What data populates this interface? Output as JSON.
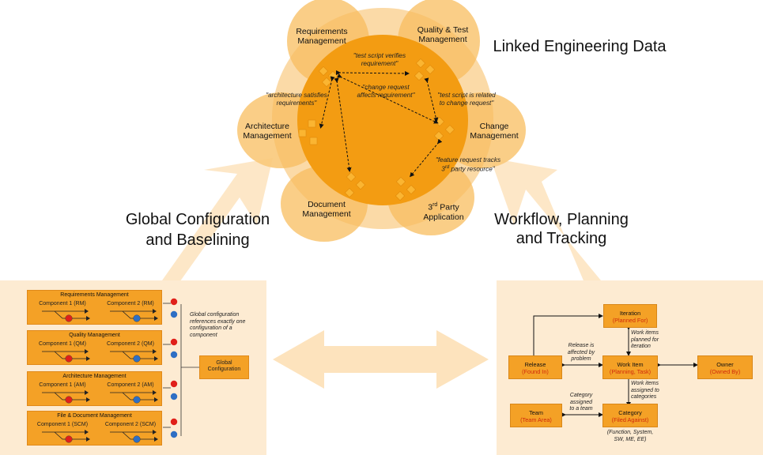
{
  "headline": {
    "linked": "Linked Engineering Data",
    "global_line1": "Global Configuration",
    "global_line2": "and Baselining",
    "workflow_line1": "Workflow, Planning",
    "workflow_line2": "and Tracking"
  },
  "domains": {
    "requirements": [
      "Requirements",
      "Management"
    ],
    "quality": [
      "Quality & Test",
      "Management"
    ],
    "architecture": [
      "Architecture",
      "Management"
    ],
    "change": [
      "Change",
      "Management"
    ],
    "document": [
      "Document",
      "Management"
    ],
    "thirdparty_line1": "3",
    "thirdparty_sup": "rd",
    "thirdparty_line1_rest": " Party",
    "thirdparty_line2": "Application"
  },
  "links": {
    "test_script": [
      "\"test script verifies",
      "requirement\""
    ],
    "change_request": [
      "\"change request",
      "affects requirement\""
    ],
    "arch_satisfies": [
      "\"architecture satisfies",
      "requirements\""
    ],
    "test_related": [
      "\"test script is related",
      "to change request\""
    ],
    "feature_request_1": "\"feature request tracks",
    "feature_request_2a": "3",
    "feature_request_2sup": "rd",
    "feature_request_2b": " party resource\""
  },
  "config_panel": {
    "groups": [
      {
        "title": "Requirements Management",
        "c1": "Component  1 (RM)",
        "c2": "Component  2 (RM)"
      },
      {
        "title": "Quality Management",
        "c1": "Component  1 (QM)",
        "c2": "Component  2 (QM)"
      },
      {
        "title": "Architecture Management",
        "c1": "Component  1 (AM)",
        "c2": "Component  2 (AM)"
      },
      {
        "title": "File & Document Management",
        "c1": "Component  1 (SCM)",
        "c2": "Component  2 (SCM)"
      }
    ],
    "note": [
      "Global configuration",
      "references exactly one",
      "configuration of a",
      "component"
    ],
    "global_box": [
      "Global",
      "Configuration"
    ]
  },
  "workflow_panel": {
    "iteration": {
      "title": "Iteration",
      "sub": "(Planned For)"
    },
    "release": {
      "title": "Release",
      "sub": "(Found In)"
    },
    "work_item": {
      "title": "Work Item",
      "sub": "(Planning, Task)"
    },
    "owner": {
      "title": "Owner",
      "sub": "(Owned By)"
    },
    "team": {
      "title": "Team",
      "sub": "(Team Area)"
    },
    "category": {
      "title": "Category",
      "sub": "(Filed Against)"
    },
    "note_planned": [
      "Work items",
      "planned for",
      "iteration"
    ],
    "note_release": [
      "Release is",
      "affected by",
      "problem"
    ],
    "note_assigned": [
      "Work items",
      "assigned to",
      "categories"
    ],
    "note_category": [
      "Category",
      "assigned",
      "to a team"
    ],
    "note_function": [
      "(Function, System,",
      "SW, ME, EE)"
    ]
  },
  "colors": {
    "orange": "#f4a126",
    "orange_dark": "#e98a10",
    "peach": "#f9c97a",
    "peach_light": "#fde6c0",
    "panel_bg": "#fdebd2",
    "red_dot": "#e0201a",
    "blue_dot": "#2e6fc4",
    "red_text": "#d02a0c"
  }
}
